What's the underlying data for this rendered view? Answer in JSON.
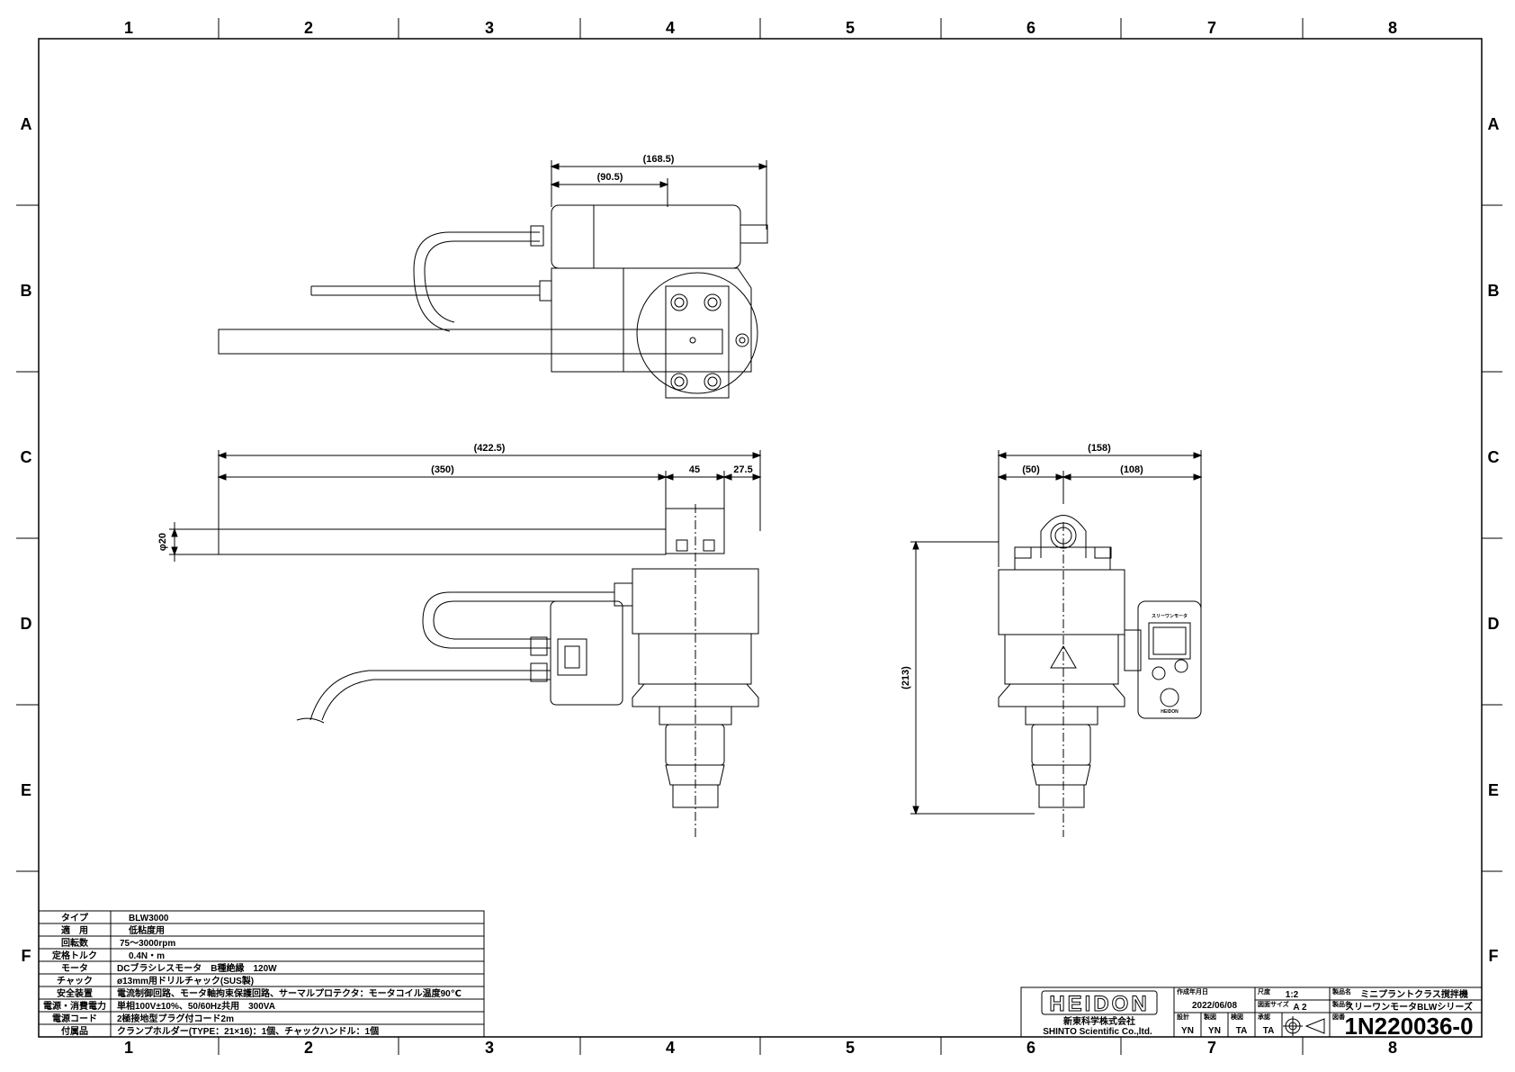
{
  "sheet": {
    "col_labels": [
      "1",
      "2",
      "3",
      "4",
      "5",
      "6",
      "7",
      "8"
    ],
    "row_labels": [
      "A",
      "B",
      "C",
      "D",
      "E",
      "F"
    ]
  },
  "dimensions": {
    "top_overall": "(168.5)",
    "top_partial": "(90.5)",
    "front_overall": "(422.5)",
    "front_rod": "(350)",
    "front_body": "45",
    "front_chuck": "27.5",
    "rod_dia": "φ20",
    "side_overall": "(158)",
    "side_left": "(50)",
    "side_right": "(108)",
    "side_height": "(213)"
  },
  "specs": [
    {
      "label": "タイプ",
      "value": "BLW3000"
    },
    {
      "label": "適　用",
      "value": "低粘度用"
    },
    {
      "label": "回転数",
      "value": "75～3000rpm"
    },
    {
      "label": "定格トルク",
      "value": "0.4N・m"
    },
    {
      "label": "モータ",
      "value": "DCブラシレスモータ　B種絶縁　120W"
    },
    {
      "label": "チャック",
      "value": "ø13mm用ドリルチャック(SUS製)"
    },
    {
      "label": "安全装置",
      "value": "電流制御回路、モータ軸拘束保護回路、サーマルプロテクタ：モータコイル温度90℃"
    },
    {
      "label": "電源・消費電力",
      "value": "単相100V±10%、50/60Hz共用　300VA"
    },
    {
      "label": "電源コード",
      "value": "2極接地型プラグ付コード2m"
    },
    {
      "label": "付属品",
      "value": "クランプホルダー(TYPE：21×16)：1個、チャックハンドル：1個"
    }
  ],
  "title_block": {
    "logo": "HEIDON",
    "company_jp": "新東科学株式会社",
    "company_en": "SHINTO Scientific Co.,ltd.",
    "date_label": "作成年月日",
    "date": "2022/06/08",
    "scale_label": "尺度",
    "scale": "1:2",
    "size_label": "図面サイズ",
    "size": "A 2",
    "design_label": "設計",
    "design": "YN",
    "drawn_label": "製図",
    "drawn": "YN",
    "check_label": "検図",
    "check": "TA",
    "approve_label": "承認",
    "approve": "TA",
    "name_label": "製品名",
    "product_name": "ミニプラントクラス撹拌機",
    "series_label": "製品名",
    "series": "スリーワンモータBLWシリーズ",
    "no_label": "図番",
    "drawing_no": "1N220036-0"
  },
  "controller": {
    "brand": "スリーワンモータ",
    "logo_small": "HEIDON"
  }
}
